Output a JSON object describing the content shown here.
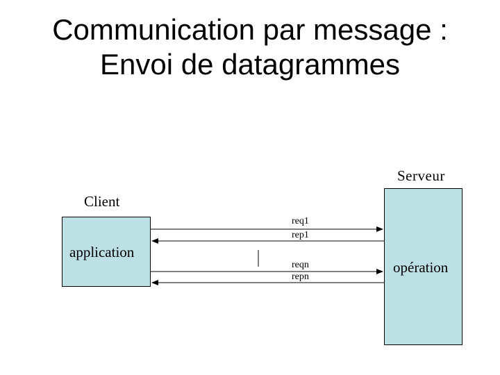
{
  "title": {
    "line1": "Communication par message :",
    "line2": "Envoi de datagrammes"
  },
  "client": {
    "label": "Client",
    "box_label": "application"
  },
  "server": {
    "label": "Serveur",
    "box_label": "opération"
  },
  "messages": {
    "req1": "req1",
    "rep1": "rep1",
    "reqn": "reqn",
    "repn": "repn"
  },
  "colors": {
    "box_fill": "#bde0e4",
    "line": "#000000"
  }
}
